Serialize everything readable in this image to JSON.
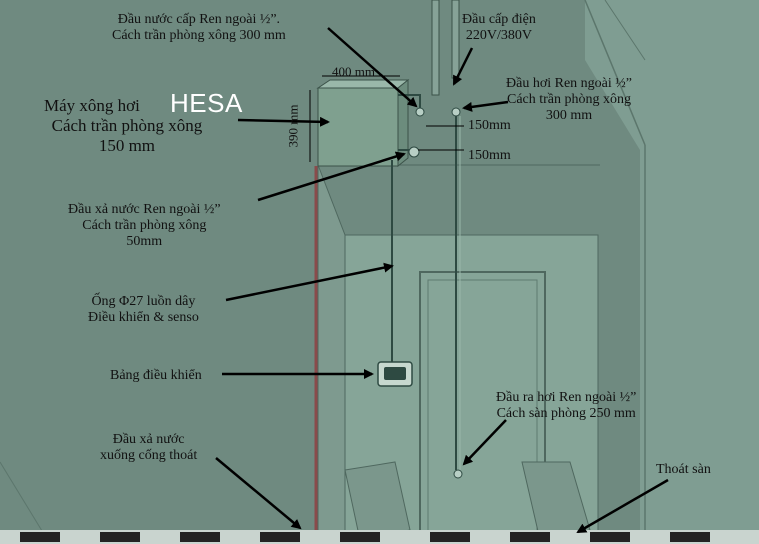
{
  "brand": {
    "watermark": "HESA"
  },
  "labels": {
    "water_in": {
      "line1": "Đầu nước cấp Ren ngoài  ½”.",
      "line2": "Cách trần phòng xông 300 mm"
    },
    "power": {
      "line1": "Đầu cấp điện",
      "line2": "220V/380V"
    },
    "steam_top": {
      "line1": "Đầu hơi Ren ngoài ½”",
      "line2": "Cách trần phòng xông",
      "line3": "300 mm"
    },
    "machine": {
      "line1": "Máy xông hơi",
      "line2": "Cách trần phòng xông",
      "line3": "150 mm"
    },
    "dim_width": "400 mm",
    "dim_height": "390 mm",
    "dist_1": "150mm",
    "dist_2": "150mm",
    "drain_top": {
      "line1": "Đầu xả nước Ren ngoài ½”",
      "line2": "Cách trần phòng xông",
      "line3": "50mm"
    },
    "conduit": {
      "line1": "Ống Φ27 luồn dây",
      "line2": "Điều khiển & senso"
    },
    "control_panel": "Bảng điều khiển",
    "steam_outlet": {
      "line1": "Đầu ra hơi Ren ngoài ½”",
      "line2": "Cách sàn phòng 250 mm"
    },
    "drain_bottom": {
      "line1": "Đầu xả nước",
      "line2": "xuống cống thoát"
    },
    "floor_drain": "Thoát sàn"
  },
  "colors": {
    "wall": "#6f8a80",
    "glass": "#7f9c90",
    "machine": "#7fa08f",
    "pipe": "#2e4a42",
    "pipe_red": "#8a4b4b",
    "arrow": "#000000"
  }
}
